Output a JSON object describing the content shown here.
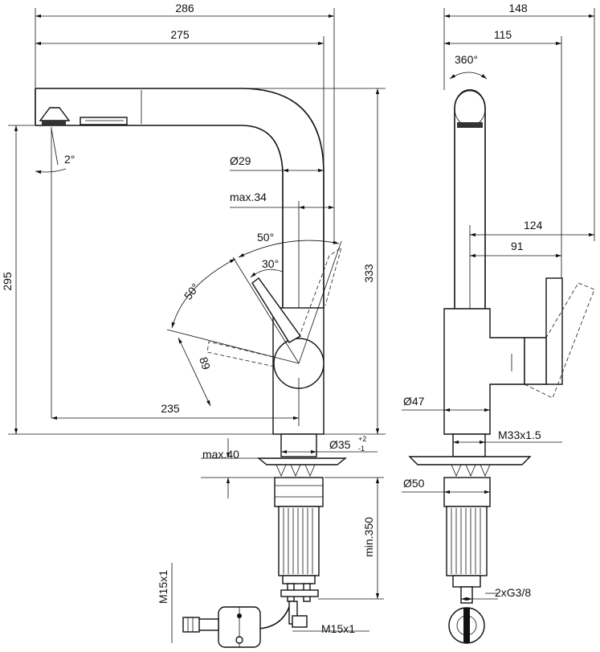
{
  "front_view": {
    "overall_width": "286",
    "spout_reach": "275",
    "swivel_angle": "2°",
    "spout_diameter": "Ø29",
    "max_body": "max.34",
    "lever_angle_upper": "50°",
    "lever_angle_inner": "30°",
    "lever_angle_side": "50°",
    "lever_length": "89",
    "spout_height": "295",
    "overall_height": "333",
    "spout_projection": "235",
    "hole_diameter": "Ø35",
    "hole_tol_plus": "+2",
    "hole_tol_minus": "-1",
    "max_deck": "max.40",
    "min_hose": "min.350",
    "thread_left": "M15x1",
    "thread_bottom": "M15x1"
  },
  "side_view": {
    "overall_depth": "148",
    "spout_depth": "115",
    "rotation": "360°",
    "lever_depth": "124",
    "lever_offset": "91",
    "base_diameter": "Ø47",
    "shank_thread": "M33x1.5",
    "plate_diameter": "Ø50",
    "connection": "2xG3/8"
  }
}
